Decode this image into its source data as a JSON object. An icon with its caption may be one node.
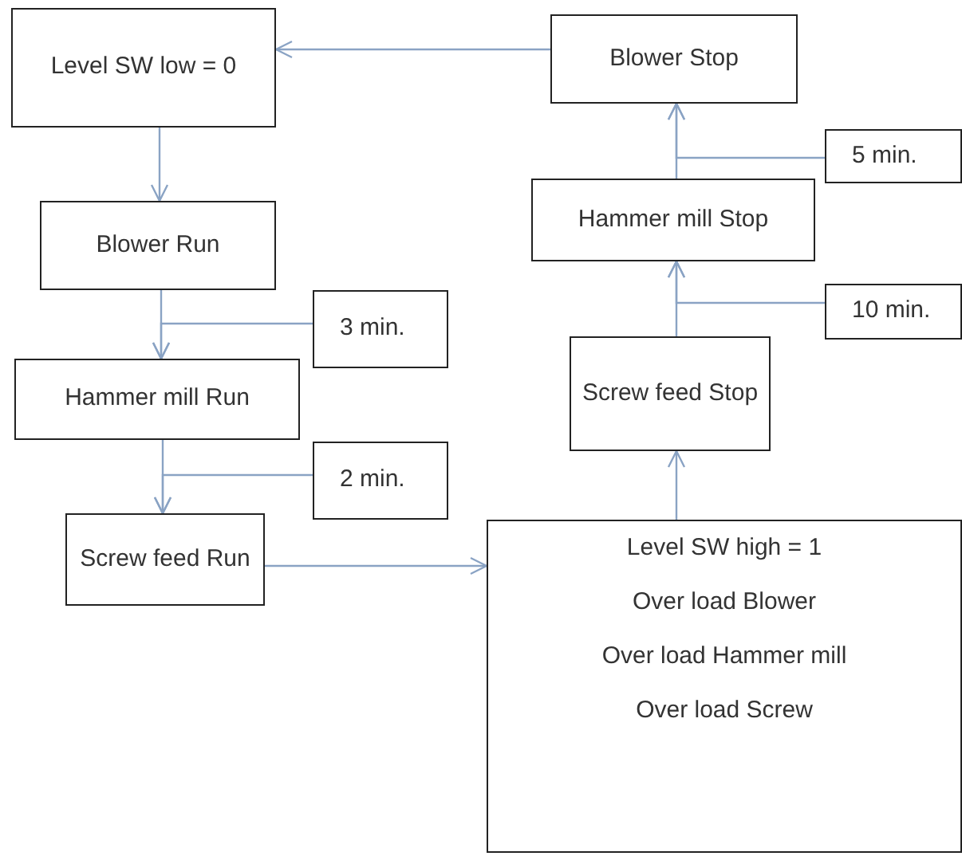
{
  "diagram": {
    "nodes": [
      {
        "text": [
          "Level SW low = 0"
        ]
      },
      {
        "text": [
          "Blower Run"
        ]
      },
      {
        "text": [
          "3 min."
        ]
      },
      {
        "text": [
          "Hammer mill Run"
        ]
      },
      {
        "text": [
          "2 min."
        ]
      },
      {
        "text": [
          "Screw feed Run"
        ]
      },
      {
        "text": [
          "Level SW high = 1",
          "Over load Blower",
          "Over load Hammer mill",
          "Over load Screw"
        ]
      },
      {
        "text": [
          "Screw feed Stop"
        ]
      },
      {
        "text": [
          "Hammer mill Stop"
        ]
      },
      {
        "text": [
          "10 min."
        ]
      },
      {
        "text": [
          "Blower Stop"
        ]
      },
      {
        "text": [
          "5 min."
        ]
      }
    ],
    "edges": [
      {
        "from": 0,
        "to": 1,
        "arrow": "to"
      },
      {
        "from": 1,
        "to": 3,
        "arrow": "to"
      },
      {
        "from": 2,
        "to": 3,
        "arrow": "to"
      },
      {
        "from": 3,
        "to": 5,
        "arrow": "to"
      },
      {
        "from": 4,
        "to": 5,
        "arrow": "to"
      },
      {
        "from": 5,
        "to": 6,
        "arrow": "to"
      },
      {
        "from": 6,
        "to": 7,
        "arrow": "to"
      },
      {
        "from": 7,
        "to": 8,
        "arrow": "to"
      },
      {
        "from": 9,
        "to": 8,
        "arrow": "to"
      },
      {
        "from": 8,
        "to": 10,
        "arrow": "to"
      },
      {
        "from": 11,
        "to": 10,
        "arrow": "to"
      },
      {
        "from": 10,
        "to": 0,
        "arrow": "to"
      }
    ]
  }
}
